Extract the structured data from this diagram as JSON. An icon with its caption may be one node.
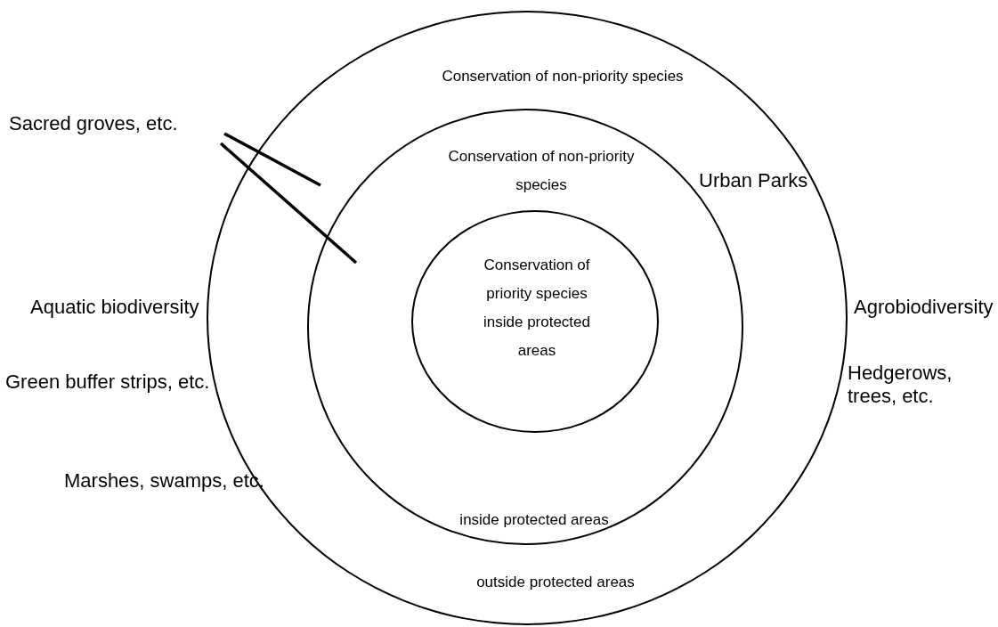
{
  "diagram": {
    "nodes": [
      {
        "text": [
          "Conservation of non-priority species",
          "outside protected areas"
        ]
      },
      {
        "text": [
          "Conservation of non-priority species",
          "inside protected areas"
        ],
        "in": 0
      },
      {
        "text": [
          "Conservation of priority species inside protected areas"
        ],
        "in": 1
      },
      {
        "text": [
          "Sacred groves, etc."
        ]
      }
    ],
    "edges": [
      {
        "from": 3,
        "to": 0,
        "arrow": "none"
      },
      {
        "from": 3,
        "to": 1,
        "arrow": "none"
      }
    ],
    "labels": [
      "Urban Parks",
      "Aquatic biodiversity",
      "Agrobiodiversity",
      "Green buffer strips, etc.",
      "Hedgerows, trees, etc.",
      "Marshes, swamps, etc."
    ]
  }
}
